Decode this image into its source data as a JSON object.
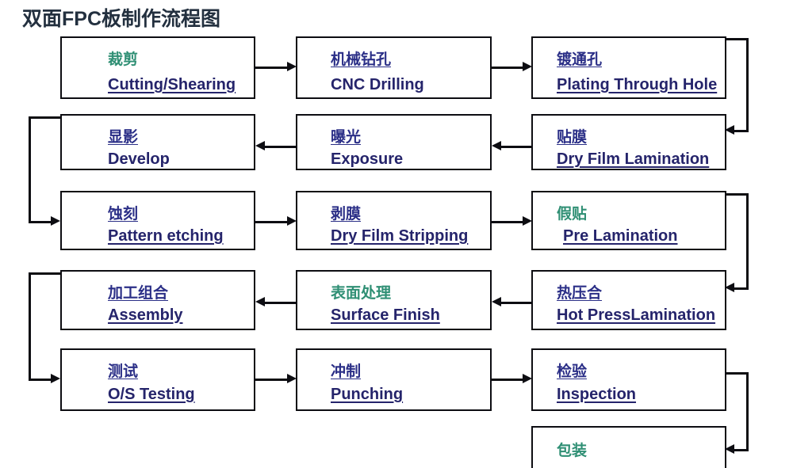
{
  "title": "双面FPC板制作流程图",
  "colors": {
    "box_border": "#0d0d12",
    "text_blue": "#25246b",
    "text_teal": "#2f8f74",
    "title": "#23303f",
    "background": "#ffffff"
  },
  "chart_data": {
    "type": "diagram",
    "title": "双面FPC板制作流程图",
    "flow_direction": "serpentine: row1 left-to-right, row2 right-to-left, row3 left-to-right, row4 right-to-left, row5 left-to-right",
    "nodes": [
      {
        "id": "n1",
        "row": 1,
        "col": 1,
        "cn": "裁剪",
        "en": "Cutting/Shearing"
      },
      {
        "id": "n2",
        "row": 1,
        "col": 2,
        "cn": "机械钻孔",
        "en": "CNC Drilling"
      },
      {
        "id": "n3",
        "row": 1,
        "col": 3,
        "cn": "镀通孔",
        "en": "Plating Through Hole"
      },
      {
        "id": "n4",
        "row": 2,
        "col": 3,
        "cn": "贴膜",
        "en": "Dry Film Lamination"
      },
      {
        "id": "n5",
        "row": 2,
        "col": 2,
        "cn": "曝光",
        "en": "Exposure"
      },
      {
        "id": "n6",
        "row": 2,
        "col": 1,
        "cn": "显影",
        "en": "Develop"
      },
      {
        "id": "n7",
        "row": 3,
        "col": 1,
        "cn": "蚀刻",
        "en": "Pattern etching"
      },
      {
        "id": "n8",
        "row": 3,
        "col": 2,
        "cn": "剥膜",
        "en": "Dry Film Stripping"
      },
      {
        "id": "n9",
        "row": 3,
        "col": 3,
        "cn": "假贴",
        "en": "Pre Lamination"
      },
      {
        "id": "n10",
        "row": 4,
        "col": 3,
        "cn": "热压合",
        "en": "Hot PressLamination"
      },
      {
        "id": "n11",
        "row": 4,
        "col": 2,
        "cn": "表面处理",
        "en": "Surface  Finish"
      },
      {
        "id": "n12",
        "row": 4,
        "col": 1,
        "cn": "加工组合",
        "en": "Assembly"
      },
      {
        "id": "n13",
        "row": 5,
        "col": 1,
        "cn": "测试",
        "en": "O/S Testing"
      },
      {
        "id": "n14",
        "row": 5,
        "col": 2,
        "cn": "冲制",
        "en": "Punching"
      },
      {
        "id": "n15",
        "row": 5,
        "col": 3,
        "cn": "检验",
        "en": "Inspection"
      },
      {
        "id": "n16",
        "row": 6,
        "col": 3,
        "cn": "包装",
        "en": ""
      }
    ],
    "edges": [
      {
        "from": "n1",
        "to": "n2",
        "kind": "straight-right"
      },
      {
        "from": "n2",
        "to": "n3",
        "kind": "straight-right"
      },
      {
        "from": "n3",
        "to": "n4",
        "kind": "wrap-right-down"
      },
      {
        "from": "n4",
        "to": "n5",
        "kind": "straight-left"
      },
      {
        "from": "n5",
        "to": "n6",
        "kind": "straight-left"
      },
      {
        "from": "n6",
        "to": "n7",
        "kind": "wrap-left-down"
      },
      {
        "from": "n7",
        "to": "n8",
        "kind": "straight-right"
      },
      {
        "from": "n8",
        "to": "n9",
        "kind": "straight-right"
      },
      {
        "from": "n9",
        "to": "n10",
        "kind": "wrap-right-down"
      },
      {
        "from": "n10",
        "to": "n11",
        "kind": "straight-left"
      },
      {
        "from": "n11",
        "to": "n12",
        "kind": "straight-left"
      },
      {
        "from": "n12",
        "to": "n13",
        "kind": "wrap-left-down"
      },
      {
        "from": "n13",
        "to": "n14",
        "kind": "straight-right"
      },
      {
        "from": "n14",
        "to": "n15",
        "kind": "straight-right"
      },
      {
        "from": "n15",
        "to": "n16",
        "kind": "wrap-right-down"
      }
    ]
  },
  "nodes": {
    "n1": {
      "cn": "裁剪",
      "en": "Cutting/Shearing"
    },
    "n2": {
      "cn": "机械钻孔",
      "en": "CNC Drilling"
    },
    "n3": {
      "cn": "镀通孔",
      "en": "Plating Through Hole"
    },
    "n4": {
      "cn": "贴膜",
      "en": "Dry Film Lamination"
    },
    "n5": {
      "cn": "曝光",
      "en": "Exposure"
    },
    "n6": {
      "cn": "显影",
      "en": "Develop"
    },
    "n7": {
      "cn": "蚀刻",
      "en": "Pattern etching"
    },
    "n8": {
      "cn": "剥膜",
      "en": "Dry Film Stripping"
    },
    "n9": {
      "cn": "假贴",
      "en": "Pre Lamination"
    },
    "n10": {
      "cn": "热压合",
      "en": "Hot PressLamination"
    },
    "n11": {
      "cn": "表面处理",
      "en": "Surface  Finish"
    },
    "n12": {
      "cn": "加工组合",
      "en": "Assembly"
    },
    "n13": {
      "cn": "测试",
      "en": "O/S Testing"
    },
    "n14": {
      "cn": "冲制",
      "en": "Punching"
    },
    "n15": {
      "cn": "检验",
      "en": "Inspection"
    },
    "n16": {
      "cn": "包装",
      "en": ""
    }
  }
}
